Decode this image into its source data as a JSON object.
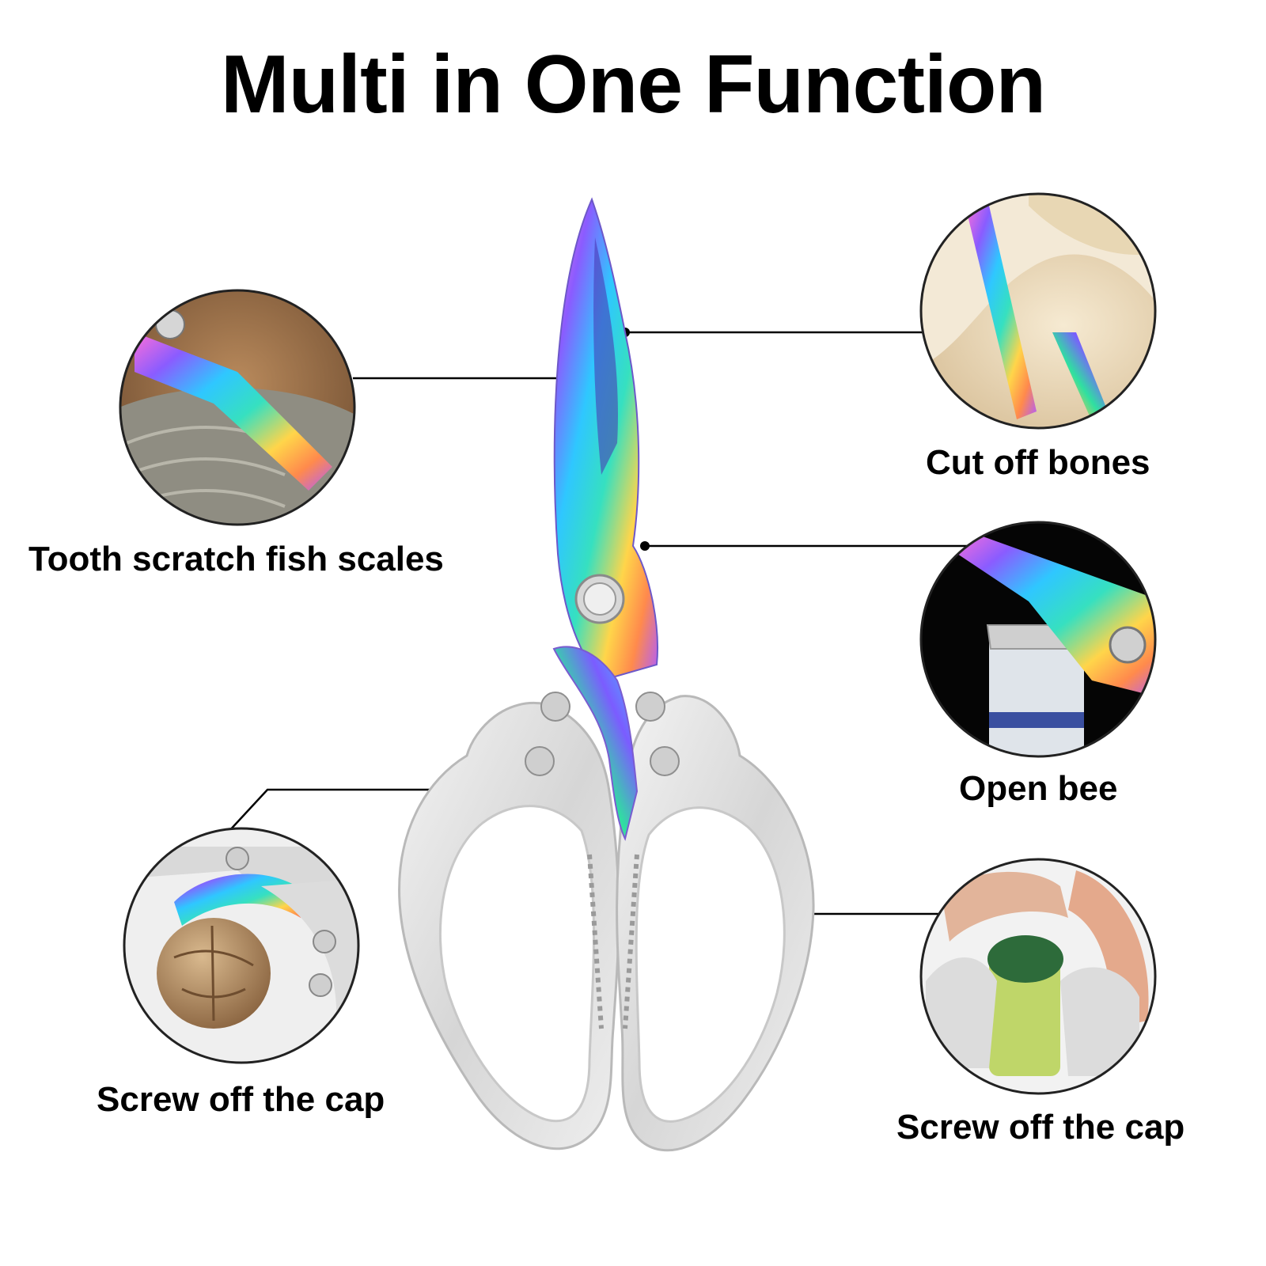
{
  "title": "Multi in One Function",
  "features": [
    {
      "label": "Tooth scratch fish scales",
      "icon": "fish-scale-closeup-image"
    },
    {
      "label": "Cut off bones",
      "icon": "cutting-bones-closeup-image"
    },
    {
      "label": "Open bee",
      "icon": "bottle-opener-closeup-image"
    },
    {
      "label": "Screw off the cap",
      "icon": "walnut-cracker-closeup-image"
    },
    {
      "label": "Screw off the cap",
      "icon": "jar-cap-closeup-image"
    }
  ],
  "colors": {
    "text": "#000000",
    "handle": "#e4e4e4",
    "handle_edge": "#b9b9b9",
    "callout_line": "#000000"
  }
}
